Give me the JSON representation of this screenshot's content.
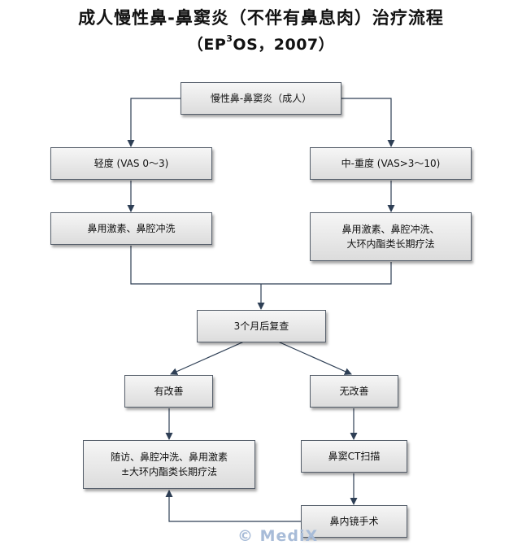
{
  "header": {
    "title": "成人慢性鼻-鼻窦炎（不伴有鼻息肉）治疗流程",
    "subtitle_pre": "（EP",
    "subtitle_sup": "3",
    "subtitle_post": "OS，2007）"
  },
  "nodes": {
    "root": "慢性鼻-鼻窦炎（成人）",
    "mild": "轻度 (VAS 0～3)",
    "moderate": "中-重度 (VAS>3～10)",
    "mild_tx": "鼻用激素、鼻腔冲洗",
    "mod_tx_line1": "鼻用激素、鼻腔冲洗、",
    "mod_tx_line2": "大环内酯类长期疗法",
    "review": "3个月后复查",
    "improved": "有改善",
    "not_improved": "无改善",
    "followup_line1": "随访、鼻腔冲洗、鼻用激素",
    "followup_line2": "±大环内酯类长期疗法",
    "ct": "鼻窦CT扫描",
    "surgery": "鼻内镜手术"
  },
  "colors": {
    "line": "#2e3f55",
    "box_border": "#555e6a"
  },
  "watermark": "© MediX"
}
